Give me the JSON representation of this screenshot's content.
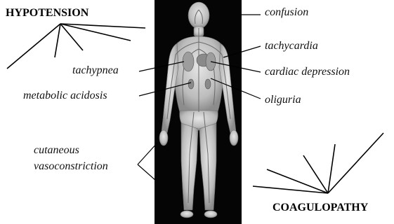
{
  "headings": {
    "top": "HYPOTENSION",
    "bottom": "COAGULOPATHY"
  },
  "labels": {
    "confusion": "confusion",
    "tachycardia": "tachycardia",
    "tachypnea": "tachypnea",
    "cardiac_depression": "cardiac depression",
    "metabolic_acidosis": "metabolic acidosis",
    "oliguria": "oliguria",
    "cutaneous_line1": "cutaneous",
    "cutaneous_line2": "vasoconstriction"
  },
  "colors": {
    "panel": "#050505",
    "body_fill": "#bdbdbd",
    "vessel": "#7a7a7a",
    "line": "#000000",
    "text": "#111111"
  }
}
